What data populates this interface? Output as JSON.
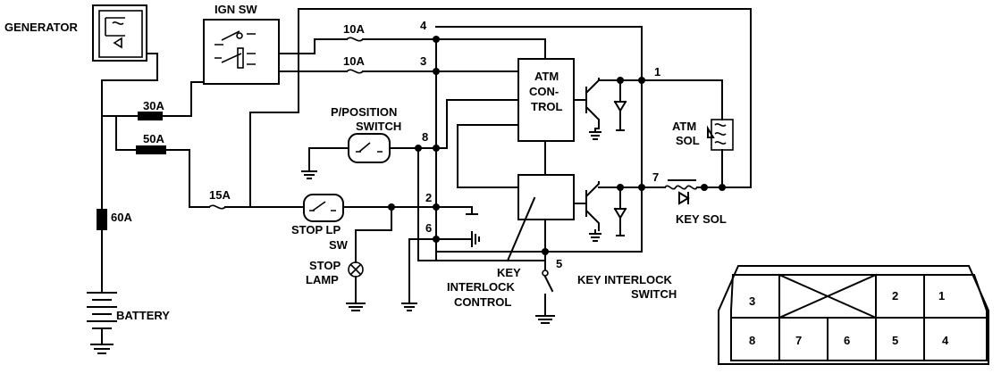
{
  "labels": {
    "generator": "GENERATOR",
    "ign_sw": "IGN SW",
    "fuse_10a_1": "10A",
    "fuse_10a_2": "10A",
    "fuse_30a": "30A",
    "fuse_50a": "50A",
    "fuse_15a": "15A",
    "fuse_60a": "60A",
    "battery": "BATTERY",
    "p_position_1": "P/POSITION",
    "p_position_2": "SWITCH",
    "stop_lp_1": "STOP LP",
    "stop_lp_2": "SW",
    "stop_lamp_1": "STOP",
    "stop_lamp_2": "LAMP",
    "atm_control_1": "ATM",
    "atm_control_2": "CON-",
    "atm_control_3": "TROL",
    "atm_sol_1": "ATM",
    "atm_sol_2": "SOL",
    "key_sol": "KEY SOL",
    "key_interlock_control_1": "KEY",
    "key_interlock_control_2": "INTERLOCK",
    "key_interlock_control_3": "CONTROL",
    "key_interlock_switch_1": "KEY INTERLOCK",
    "key_interlock_switch_2": "SWITCH"
  },
  "terminals": {
    "t1": "1",
    "t2": "2",
    "t3": "3",
    "t4": "4",
    "t5": "5",
    "t6": "6",
    "t7": "7",
    "t8": "8"
  },
  "connector": {
    "top_row": [
      "3",
      "2",
      "1"
    ],
    "bottom_row": [
      "8",
      "7",
      "6",
      "5",
      "4"
    ]
  }
}
